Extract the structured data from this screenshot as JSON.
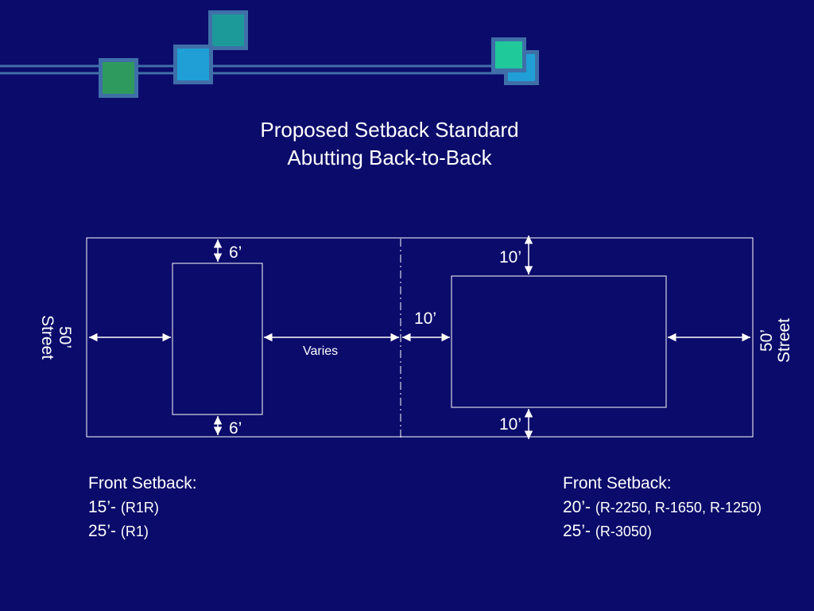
{
  "title": {
    "line1": "Proposed Setback Standard",
    "line2": "Abutting Back-to-Back"
  },
  "colors": {
    "background": "#0b0b6b",
    "line": "#ffffff",
    "deco_border": "#3f6fa8",
    "deco_green": "#2f9a5e",
    "deco_teal": "#1c9a9a",
    "deco_blue": "#1f9fd6",
    "deco_mint": "#1fc99a"
  },
  "diagram": {
    "left_lot": {
      "setback_top": "6’",
      "setback_bottom": "6’",
      "side_label": "Varies"
    },
    "right_lot": {
      "setback_top": "10’",
      "setback_bottom": "10’",
      "setback_left": "10’"
    },
    "left_street": {
      "width": "50’",
      "name": "Street"
    },
    "right_street": {
      "width": "50’",
      "name": "Street"
    }
  },
  "notes_left": {
    "heading": "Front Setback:",
    "rows": [
      {
        "value": "15’-",
        "zones": "(R1R)"
      },
      {
        "value": "25’-",
        "zones": "(R1)"
      }
    ]
  },
  "notes_right": {
    "heading": "Front Setback:",
    "rows": [
      {
        "value": "20’-",
        "zones": "(R-2250, R-1650, R-1250)"
      },
      {
        "value": "25’-",
        "zones": "(R-3050)"
      }
    ]
  }
}
